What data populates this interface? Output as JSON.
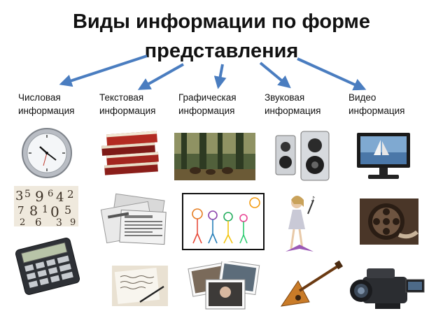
{
  "title": {
    "line1": "Виды информации по форме",
    "line2": "представления"
  },
  "categories": [
    {
      "line1": "Числовая",
      "line2": "информация"
    },
    {
      "line1": "Текстовая",
      "line2": "информация"
    },
    {
      "line1": "Графическая",
      "line2": "информация"
    },
    {
      "line1": "Звуковая",
      "line2": "информация"
    },
    {
      "line1": "Видео",
      "line2": "информация"
    }
  ],
  "illustrations": {
    "numeric": [
      "wall-clock",
      "scattered-digits",
      "calculator"
    ],
    "text": [
      "stack-of-books",
      "newspapers",
      "handwritten-letter"
    ],
    "graphic": [
      "forest-painting",
      "child-drawing",
      "photographs"
    ],
    "sound": [
      "speakers",
      "singer-with-microphone",
      "balalaika"
    ],
    "video": [
      "tv-monitor",
      "film-reel",
      "video-camera"
    ]
  },
  "colors": {
    "arrow": "#4a7dc0",
    "text": "#111111"
  }
}
